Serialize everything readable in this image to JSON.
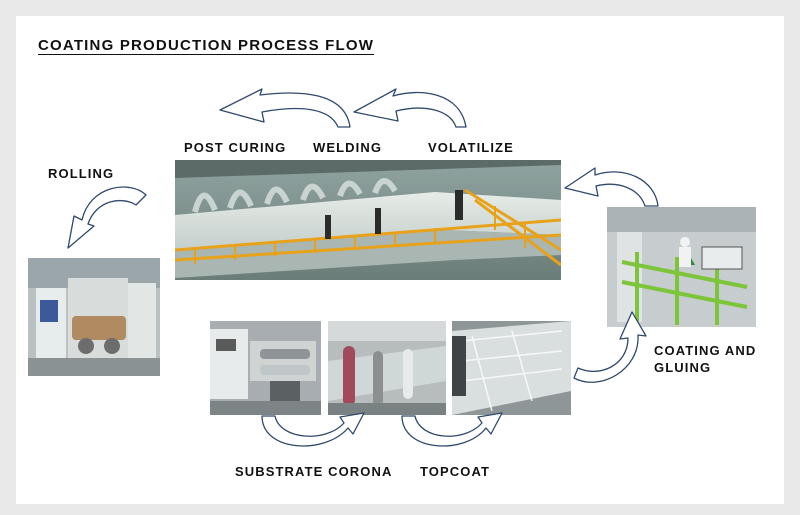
{
  "title": "COATING PRODUCTION PROCESS FLOW",
  "steps": {
    "post_curing": "POST CURING",
    "welding": "WELDING",
    "volatilize": "VOLATILIZE",
    "rolling": "ROLLING",
    "coating_and_gluing_line1": "COATING AND",
    "coating_and_gluing_line2": "GLUING",
    "substrate_corona": "SUBSTRATE CORONA",
    "topcoat": "TOPCOAT"
  },
  "colors": {
    "arrow_fill": "#ffffff",
    "arrow_stroke": "#2f4a6e",
    "guard_rail": "#e8a21a",
    "frame_green": "#7cc43a"
  },
  "icons": [
    "curved-arrow-icon"
  ]
}
